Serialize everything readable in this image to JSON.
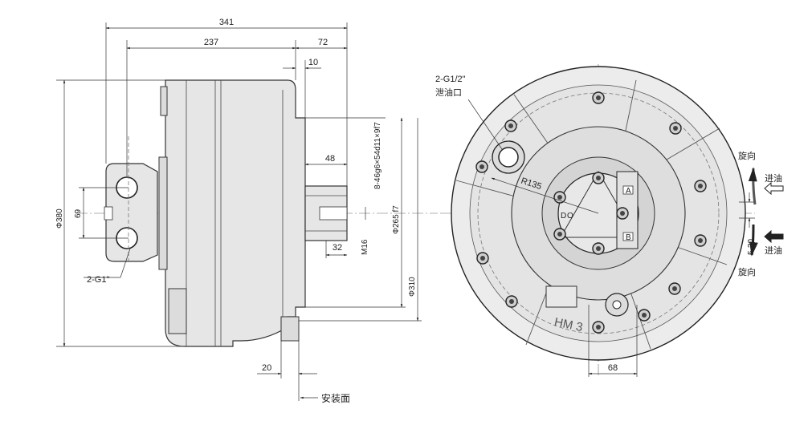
{
  "side_view": {
    "dim_overall_length": "341",
    "dim_to_flange": "237",
    "dim_shaft_length": "72",
    "dim_spigot": "10",
    "dim_spline_length": "48",
    "dim_thread_depth": "32",
    "dim_port_spacing": "69",
    "dim_flange_offset": "20",
    "dia_body": "Φ380",
    "dia_pitch": "Φ310",
    "dia_spigot": "Φ265 f7",
    "spline_spec": "8-46g6×54d11×9f7",
    "thread_spec": "M16",
    "port_label": "2-G1\"",
    "mounting_face_label": "安装面"
  },
  "front_view": {
    "drain_port": "2-G1/2\"",
    "drain_label": "泄油口",
    "radius_label": "R135",
    "dim_port_offset": "68",
    "dim_stroke": "5-20",
    "rotation_top": "旋向",
    "inlet_top": "进油",
    "inlet_bottom": "进油",
    "rotation_bottom": "旋向",
    "model_mark": "HM 3",
    "port_a": "A",
    "port_b": "B",
    "port_d": "D",
    "port_o": "O"
  }
}
